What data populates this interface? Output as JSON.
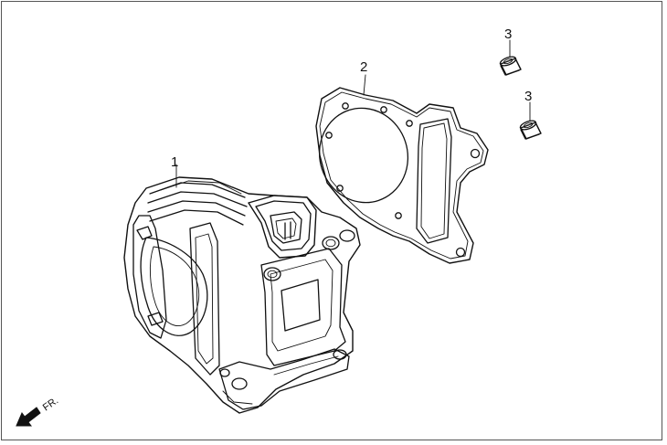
{
  "parts": [
    {
      "id": "cylinder",
      "callout": "1"
    },
    {
      "id": "gasket",
      "callout": "2"
    },
    {
      "id": "dowel-pin-upper",
      "callout": "3"
    },
    {
      "id": "dowel-pin-lower",
      "callout": "3"
    }
  ],
  "direction": {
    "label": "FR."
  },
  "colors": {
    "line": "#111111",
    "frame": "#555555",
    "background": "#ffffff"
  }
}
